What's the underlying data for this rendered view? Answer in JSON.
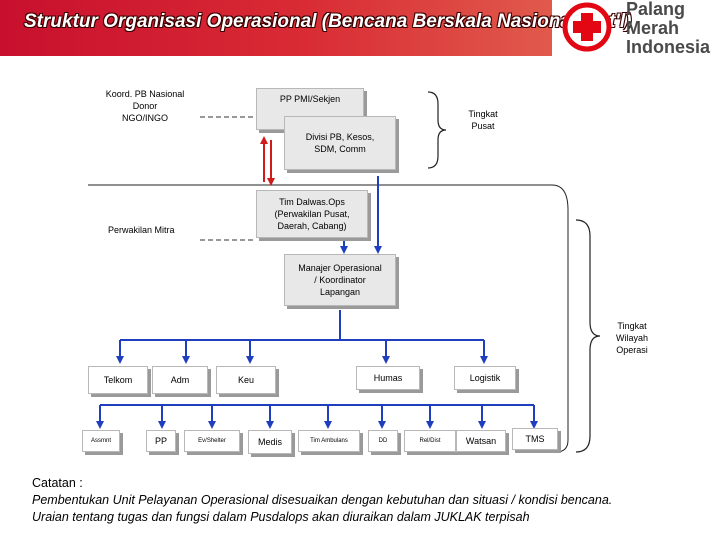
{
  "banner": {
    "title": "Struktur Organisasi Operasional (Bencana Berskala Nasional / Int'l)",
    "color": "#d81e2a"
  },
  "logo": {
    "line1": "Palang",
    "line2": "Merah",
    "line3": "Indonesia",
    "icon": "red-cross-emblem-icon",
    "color": "#e30613"
  },
  "left_labels": {
    "koord": [
      "Koord. PB Nasional",
      "Donor",
      "NGO/INGO"
    ],
    "perwakilan": "Perwakilan Mitra"
  },
  "boxes": {
    "pp_pmi": "PP PMI/Sekjen",
    "divisi": [
      "Divisi PB, Kesos,",
      "SDM, Comm"
    ],
    "tim_dalwas": [
      "Tim Dalwas.Ops",
      "(Perwakilan Pusat,",
      "Daerah, Cabang)"
    ],
    "manajer": [
      "Manajer Operasional",
      "/ Koordinator",
      "Lapangan"
    ]
  },
  "brackets": {
    "pusat": [
      "Tingkat",
      "Pusat"
    ],
    "wilayah": [
      "Tingkat",
      "Wilayah",
      "Operasi"
    ]
  },
  "level1": {
    "telkom": "Telkom",
    "adm": "Adm",
    "keu": "Keu",
    "humas": "Humas",
    "logistik": "Logistik"
  },
  "level2": {
    "assmnt": "Assmnt",
    "pp": "PP",
    "evshelter": "Ev/Shelter",
    "medis": "Medis",
    "tim_ambulans": "Tim Ambulans",
    "dd": "DD",
    "reldist": "Rel/Dist",
    "watsan": "Watsan",
    "tms": "TMS"
  },
  "note": {
    "heading": "Catatan :",
    "line1": "Pembentukan Unit Pelayanan Operasional disesuaikan dengan kebutuhan dan situasi / kondisi bencana.",
    "line2": "Uraian tentang tugas dan fungsi dalam Pusdalops akan diuraikan dalam JUKLAK terpisah"
  },
  "colors": {
    "connector": "#1f3fbf",
    "double_arrow": "#d11a1a"
  }
}
